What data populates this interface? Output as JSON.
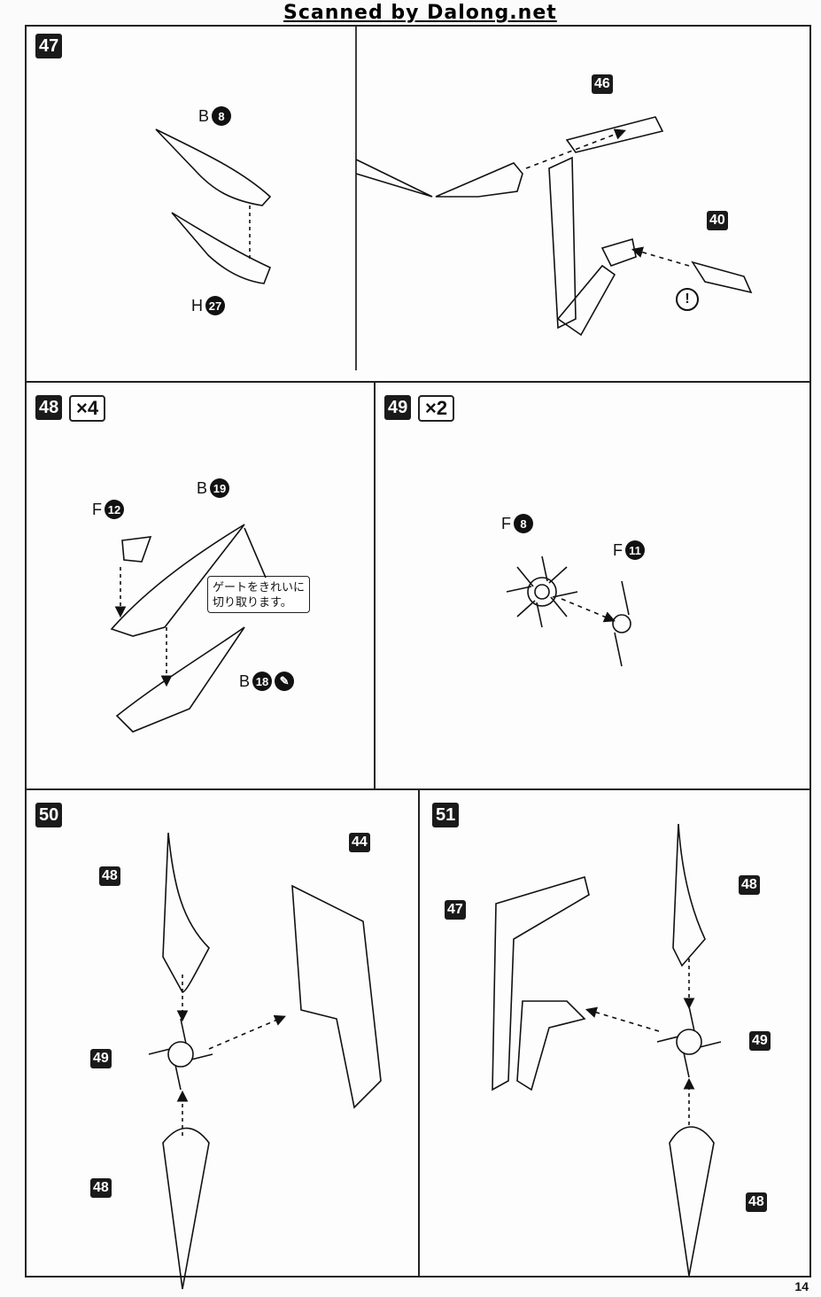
{
  "watermark": "Scanned by Dalong.net",
  "page_number": "14",
  "steps": {
    "s47": {
      "num": "47",
      "sub_46": "46",
      "sub_40": "40",
      "parts": {
        "b8": {
          "letter": "B",
          "num": "8"
        },
        "h27": {
          "letter": "H",
          "num": "27"
        }
      },
      "warning_icon": "exclamation-icon"
    },
    "s48": {
      "num": "48",
      "multiplier": "×4",
      "parts": {
        "f12": {
          "letter": "F",
          "num": "12"
        },
        "b19": {
          "letter": "B",
          "num": "19"
        },
        "b18": {
          "letter": "B",
          "num": "18"
        }
      },
      "note": "ゲートをきれいに\n切り取ります。"
    },
    "s49": {
      "num": "49",
      "multiplier": "×2",
      "parts": {
        "f8": {
          "letter": "F",
          "num": "8"
        },
        "f11": {
          "letter": "F",
          "num": "11"
        }
      }
    },
    "s50": {
      "num": "50",
      "callouts": {
        "a": "48",
        "b": "44",
        "c": "49",
        "d": "48"
      }
    },
    "s51": {
      "num": "51",
      "callouts": {
        "a": "47",
        "b": "48",
        "c": "49",
        "d": "48"
      }
    }
  }
}
